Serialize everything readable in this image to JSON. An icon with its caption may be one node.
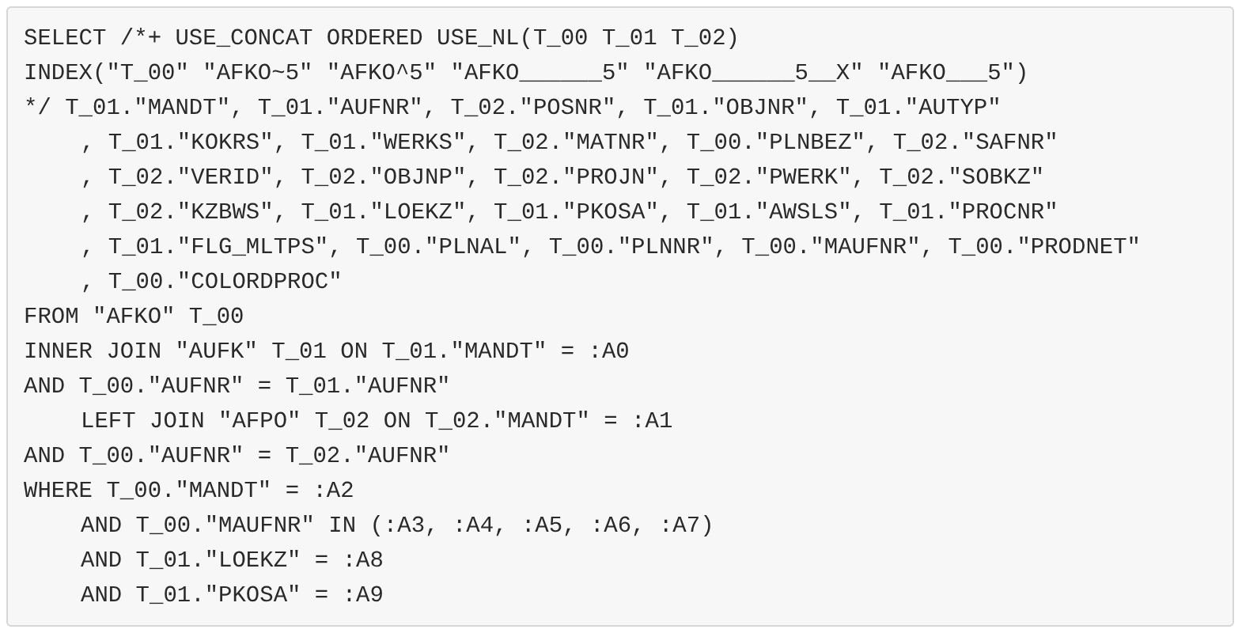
{
  "diagram": {
    "labels": [
      "SELECT /*+ USE_CONCAT ORDERED USE_NL(T_00 T_01 T_02)",
      "INDEX(\"T_00\" \"AFKO~5\" \"AFKO^5\" \"AFKO______5\" \"AFKO______5__X\" \"AFKO___5\")",
      "*/ T_01.\"MANDT\", T_01.\"AUFNR\", T_02.\"POSNR\", T_01.\"OBJNR\", T_01.\"AUTYP\"",
      ", T_01.\"KOKRS\", T_01.\"WERKS\", T_02.\"MATNR\", T_00.\"PLNBEZ\", T_02.\"SAFNR\"",
      ", T_02.\"VERID\", T_02.\"OBJNP\", T_02.\"PROJN\", T_02.\"PWERK\", T_02.\"SOBKZ\"",
      ", T_02.\"KZBWS\", T_01.\"LOEKZ\", T_01.\"PKOSA\", T_01.\"AWSLS\", T_01.\"PROCNR\"",
      ", T_01.\"FLG_MLTPS\", T_00.\"PLNAL\", T_00.\"PLNNR\", T_00.\"MAUFNR\", T_00.\"PRODNET\"",
      ", T_00.\"COLORDPROC\"",
      "FROM \"AFKO\" T_00",
      "INNER JOIN \"AUFK\" T_01 ON T_01.\"MANDT\" = :A0",
      "AND T_00.\"AUFNR\" = T_01.\"AUFNR\"",
      "LEFT JOIN \"AFPO\" T_02 ON T_02.\"MANDT\" = :A1",
      "AND T_00.\"AUFNR\" = T_02.\"AUFNR\"",
      "WHERE T_00.\"MANDT\" = :A2",
      "AND T_00.\"MAUFNR\" IN (:A3, :A4, :A5, :A6, :A7)",
      "AND T_01.\"LOEKZ\" = :A8",
      "AND T_01.\"PKOSA\" = :A9"
    ]
  }
}
